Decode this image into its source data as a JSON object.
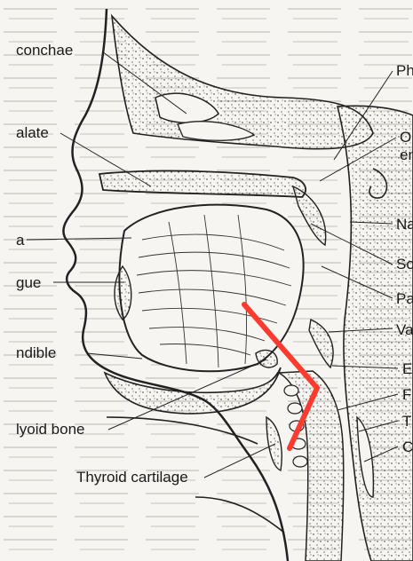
{
  "labels": {
    "left": {
      "conchae": "conchae",
      "palate": "alate",
      "a": "a",
      "tongue": "gue",
      "mandible": "ndible",
      "hyoid": "lyoid bone",
      "thyroid": "Thyroid cartilage"
    },
    "right": {
      "pharyngeal": "Pha",
      "o": "O",
      "en": "en",
      "na": "Na",
      "so": "So",
      "pa": "Pa",
      "va": "Va",
      "e": "E",
      "f": "F",
      "t": "T",
      "c": "C"
    }
  },
  "colors": {
    "annotation_line": "#ff3b2f",
    "ink": "#1a1a1a",
    "paper": "#f6f5f1"
  }
}
